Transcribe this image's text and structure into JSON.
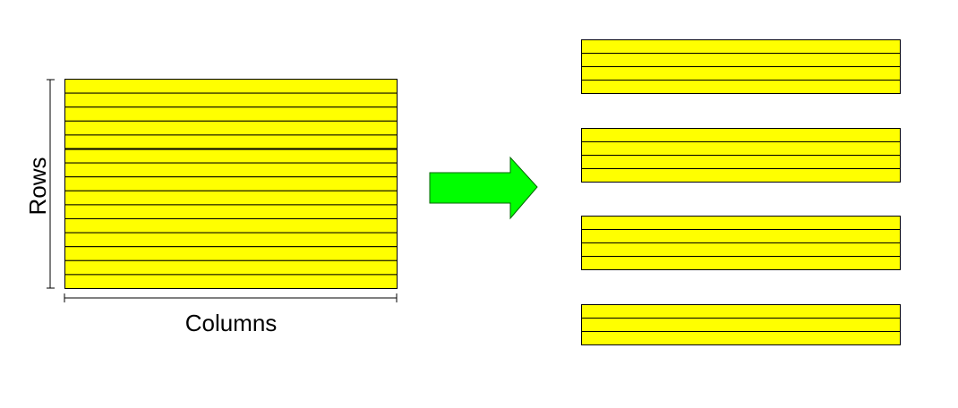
{
  "labels": {
    "rows": "Rows",
    "columns": "Columns"
  },
  "table": {
    "row_count": 15,
    "emphasized_divider_after_row": 5
  },
  "partitions": [
    {
      "rows": 4
    },
    {
      "rows": 4
    },
    {
      "rows": 4
    },
    {
      "rows": 3
    }
  ],
  "colors": {
    "row_fill": "#ffff00",
    "row_stroke": "#000000",
    "arrow_fill": "#00ff00",
    "arrow_stroke": "#006600",
    "axis_stroke": "#000000",
    "background": "#ffffff"
  }
}
